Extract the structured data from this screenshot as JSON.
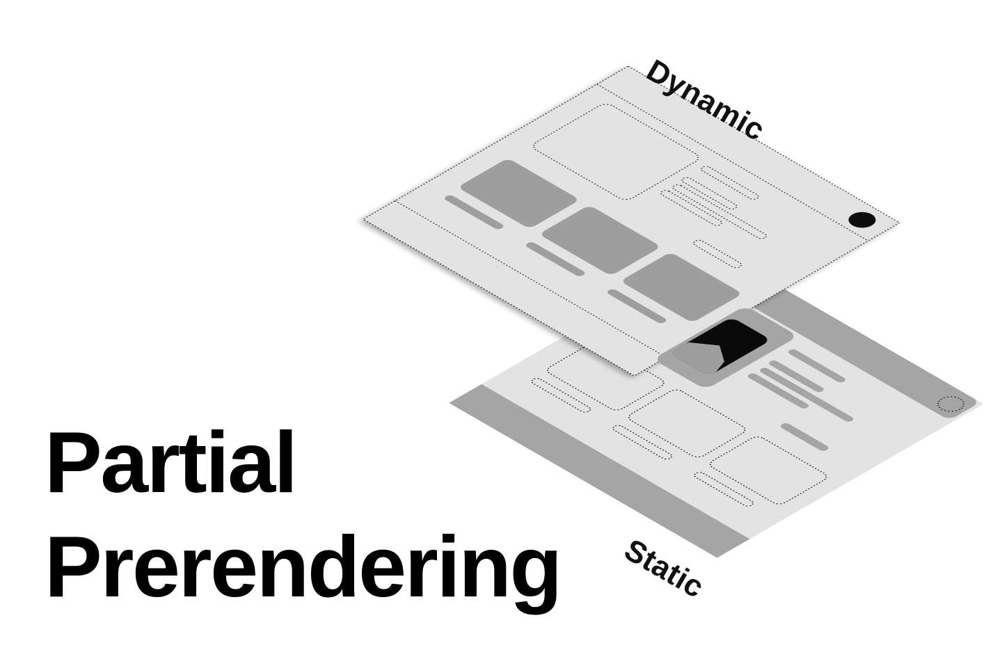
{
  "title": {
    "line1": "Partial",
    "line2": "Prerendering"
  },
  "layers": {
    "dynamic": {
      "label": "Dynamic"
    },
    "static": {
      "label": "Static"
    }
  },
  "icons": [
    "avatar-dot-icon",
    "avatar-placeholder-icon",
    "hero-image-mountain-icon"
  ],
  "colors": {
    "background": "#ffffff",
    "plane": "#e3e3e3",
    "band": "#a5a5a5",
    "card": "#9e9e9e",
    "image_black": "#0a0a0a",
    "dash_stroke": "#1a1a1a",
    "title_ink": "#000000"
  },
  "figure": {
    "type": "isometric-layer-diagram",
    "top_layer": "Dynamic layer: dashed outline page with dashed navbar and footer dividers, dashed hero placeholder, dashed text-line and button placeholders, solid avatar dot, three solid cards each with a solid label pill",
    "bottom_layer": "Static layer: solid page with gray navbar band and footer band, dashed avatar circle, solid text-line pills and button pill, black hero image with mountain shape, three dashed card placeholders each with a dashed label pill"
  }
}
